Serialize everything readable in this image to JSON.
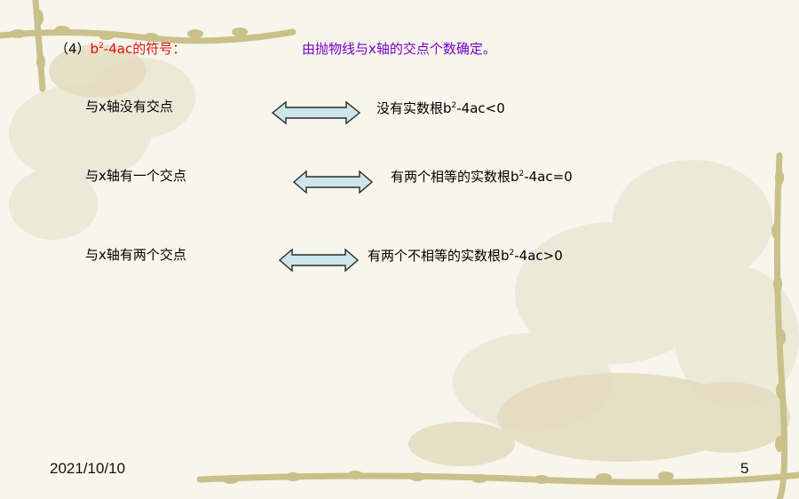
{
  "heading": {
    "open": "（4）",
    "expr_b": "b",
    "expr_sup": "2",
    "expr_rest": "-4ac",
    "suffix": "的符号：",
    "note_pre": "由抛物线与",
    "note_x": "x",
    "note_post": "轴的交点个数确定。"
  },
  "rows": [
    {
      "left": {
        "pre": "与",
        "x": "x",
        "post": "轴没有交点"
      },
      "right": {
        "text": "没有实数根b",
        "sup": "2",
        "rest": "-4ac<0"
      }
    },
    {
      "left": {
        "pre": "与",
        "x": "x",
        "post": "轴有一个交点"
      },
      "right": {
        "text": "有两个相等的实数根b",
        "sup": "2",
        "rest": "-4ac=0"
      }
    },
    {
      "left": {
        "pre": "与",
        "x": "x",
        "post": "轴有两个交点"
      },
      "right": {
        "text": "有两个不相等的实数根b",
        "sup": "2",
        "rest": "-4ac>0"
      }
    }
  ],
  "footer": {
    "date": "2021/10/10",
    "page": "5"
  },
  "colors": {
    "arrow_fill": "#cce6ea",
    "arrow_stroke": "#2b2b2b",
    "heading_red": "#e01010",
    "note_purple": "#7a00c8",
    "vine": "#c9c08a"
  }
}
